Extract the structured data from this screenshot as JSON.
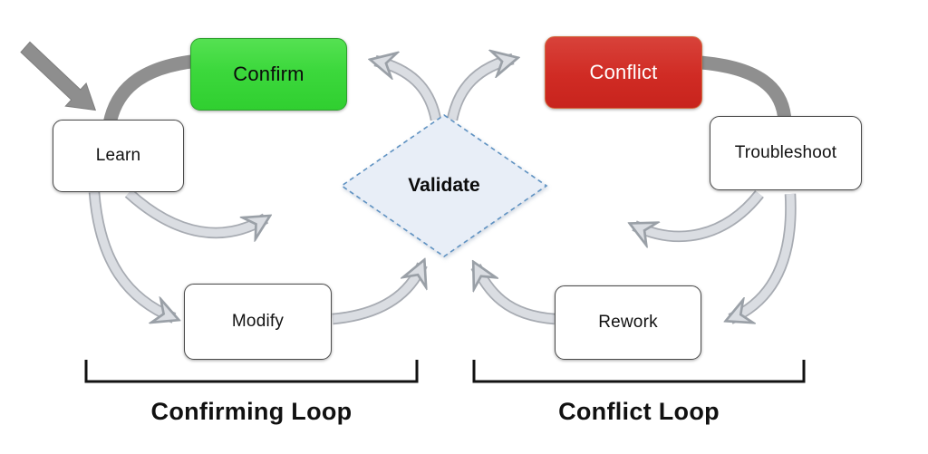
{
  "nodes": {
    "learn": {
      "label": "Learn"
    },
    "confirm": {
      "label": "Confirm"
    },
    "validate": {
      "label": "Validate"
    },
    "modify": {
      "label": "Modify"
    },
    "conflict": {
      "label": "Conflict"
    },
    "troubleshoot": {
      "label": "Troubleshoot"
    },
    "rework": {
      "label": "Rework"
    }
  },
  "loops": {
    "confirming": {
      "label": "Confirming Loop"
    },
    "conflict": {
      "label": "Conflict Loop"
    }
  },
  "edges": [
    {
      "from": "start",
      "to": "learn"
    },
    {
      "from": "confirm",
      "to": "learn"
    },
    {
      "from": "learn",
      "to": "validate"
    },
    {
      "from": "learn",
      "to": "modify"
    },
    {
      "from": "modify",
      "to": "validate"
    },
    {
      "from": "validate",
      "to": "confirm"
    },
    {
      "from": "validate",
      "to": "conflict"
    },
    {
      "from": "conflict",
      "to": "troubleshoot"
    },
    {
      "from": "troubleshoot",
      "to": "validate"
    },
    {
      "from": "troubleshoot",
      "to": "rework"
    },
    {
      "from": "rework",
      "to": "validate"
    }
  ],
  "colors": {
    "confirm_fill": "#3cd83c",
    "confirm_border": "#2ca02c",
    "conflict_fill": "#d02b24",
    "conflict_border": "#d2693e",
    "validate_fill": "#e8eef7",
    "validate_border": "#5f92c2",
    "arrow_light_fill": "#dadde2",
    "arrow_light_outline": "#a7abb2",
    "arrow_dark": "#8f8f8f",
    "bracket": "#121212",
    "box_border": "#4a4a4a"
  }
}
